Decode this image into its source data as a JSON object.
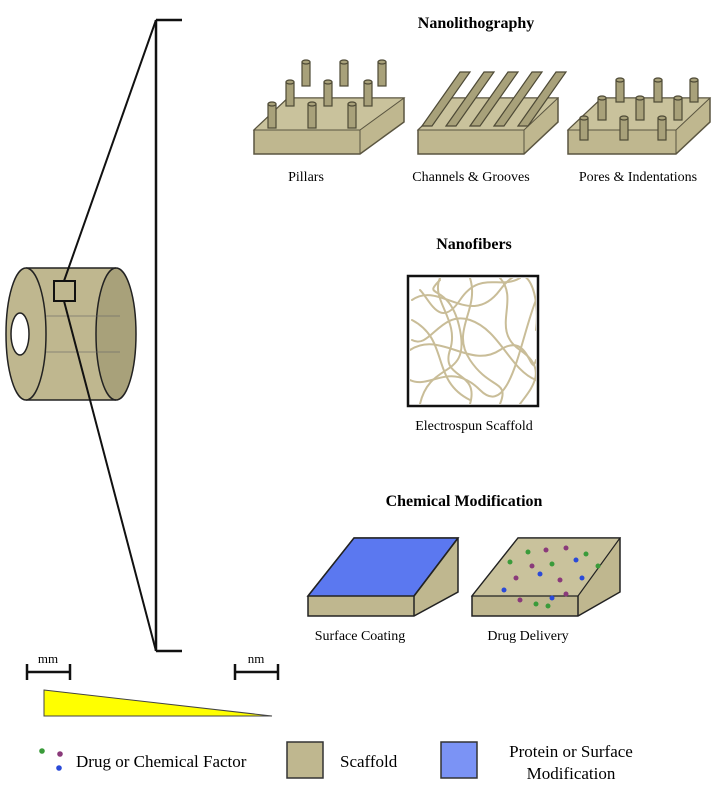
{
  "sections": {
    "nanolithography": {
      "title": "Nanolithography",
      "items": [
        "Pillars",
        "Channels & Grooves",
        "Pores & Indentations"
      ]
    },
    "nanofibers": {
      "title": "Nanofibers",
      "items": [
        "Electrospun Scaffold"
      ]
    },
    "chemical_modification": {
      "title": "Chemical Modification",
      "items": [
        "Surface Coating",
        "Drug Delivery"
      ]
    }
  },
  "scale": {
    "left_label": "mm",
    "right_label": "nm"
  },
  "legend": {
    "drug": "Drug or Chemical Factor",
    "scaffold": "Scaffold",
    "protein_line1": "Protein or Surface",
    "protein_line2": "Modification"
  },
  "colors": {
    "scaffold_fill": "#bfb78f",
    "scaffold_side": "#a8a17a",
    "scaffold_stroke": "#5a5540",
    "fiber": "#c9bd98",
    "coating": "#5b78f0",
    "legend_protein": "#7b93f5",
    "wedge": "#ffff00",
    "dot_green": "#3a9b3a",
    "dot_purple": "#8a3a7a",
    "dot_blue": "#2a4ad8"
  }
}
